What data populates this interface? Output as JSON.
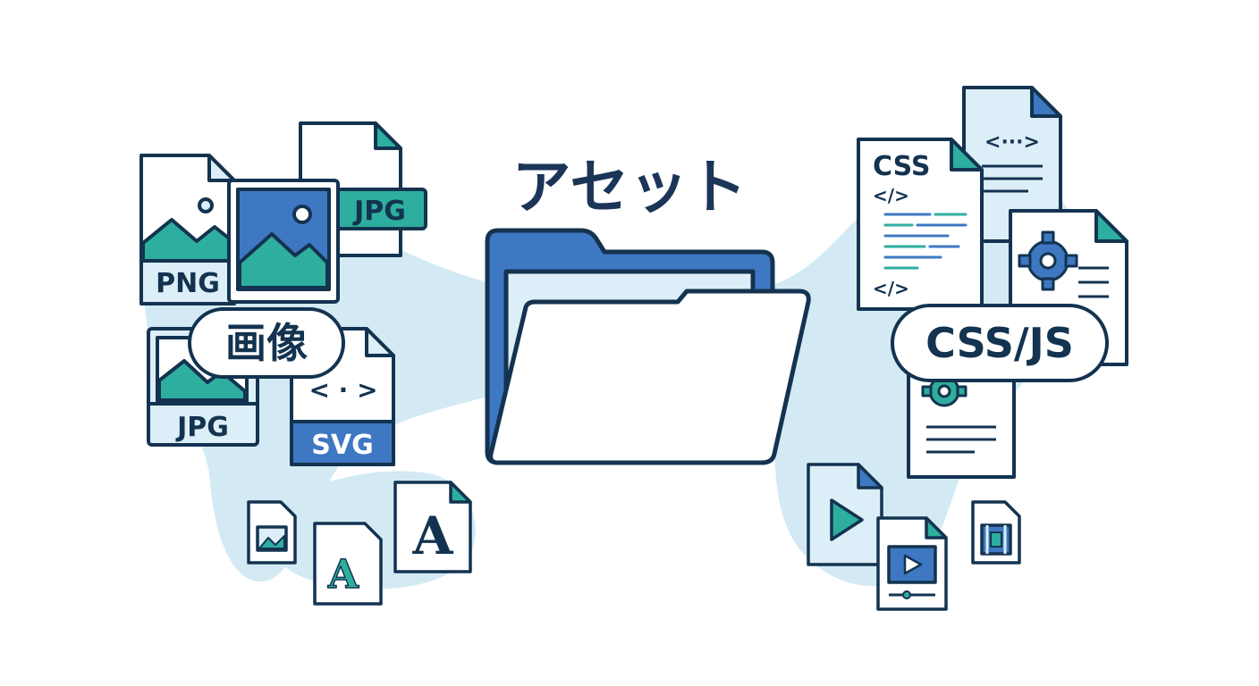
{
  "title": "アセット",
  "labels": {
    "images": "画像",
    "code": "CSS/JS"
  },
  "file_tags": {
    "png": "PNG",
    "jpg_top": "JPG",
    "jpg_bottom": "JPG",
    "svg": "SVG",
    "css_doc": "CSS",
    "code_tag": "</>",
    "code_tag_bottom": "</>",
    "html_doc": "<···>",
    "svg_glyphs": "< · >",
    "font_glyph": "A"
  },
  "colors": {
    "outline": "#133350",
    "blue": "#3E78C2",
    "teal": "#2EAE9E",
    "light": "#DCEEF7",
    "blob": "#CFE8F3",
    "white": "#FFFFFF"
  },
  "icons": [
    "image-icon",
    "font-icon",
    "gear-icon",
    "play-icon",
    "film-icon",
    "folder-icon"
  ]
}
